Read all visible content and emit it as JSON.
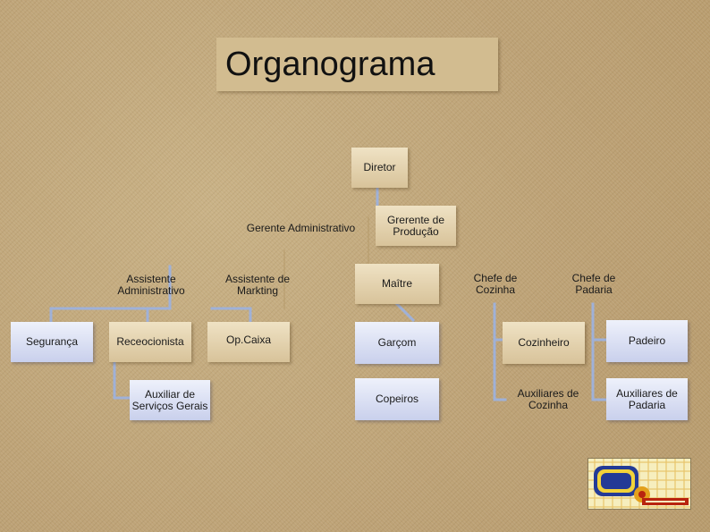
{
  "title": "Organograma",
  "nodes": {
    "diretor": "Diretor",
    "gerente_administrativo": "Gerente Administrativo",
    "gerente_producao": "Grerente de Produção",
    "assistente_administrativo": "Assistente Administrativo",
    "assistente_markting": "Assistente de Markting",
    "maitre": "Maître",
    "chefe_cozinha": "Chefe de Cozinha",
    "chefe_padaria": "Chefe de Padaria",
    "seguranca": "Segurança",
    "receocionista": "Receocionista",
    "op_caixa": "Op.Caixa",
    "garcom": "Garçom",
    "cozinheiro": "Cozinheiro",
    "padeiro": "Padeiro",
    "auxiliar_servicos": "Auxiliar de Serviços Gerais",
    "copeiros": "Copeiros",
    "auxiliares_cozinha": "Auxiliares de Cozinha",
    "auxiliares_padaria": "Auxiliares de Padaria"
  },
  "logo": {
    "name": "logo",
    "icon": "company-logo"
  },
  "colors": {
    "background": "#c4ab7e",
    "tan_node": "#e6d6b2",
    "blue_node": "#dde2f4",
    "connector": "#9fb1d8"
  }
}
